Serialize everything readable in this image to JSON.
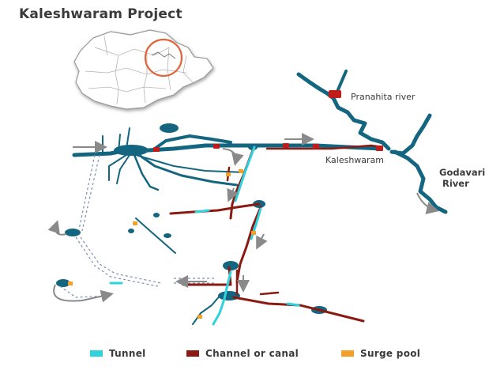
{
  "title": "Kaleshwaram Project",
  "labels": {
    "pranahita": "Pranahita river",
    "kaleshwaram": "Kaleshwaram",
    "godavari_line1": "Godavari",
    "godavari_line2": "River"
  },
  "legend": [
    {
      "label": "Tunnel",
      "color": "#2fd3dd"
    },
    {
      "label": "Channel or canal",
      "color": "#8b1a12"
    },
    {
      "label": "Surge pool",
      "color": "#f2a22a"
    }
  ],
  "colors": {
    "river": "#14657f",
    "tunnel": "#2fd3dd",
    "canal": "#8b1a12",
    "surge": "#f2a22a",
    "highlight_circle": "#e0653a",
    "arrow": "#8a8a8a"
  }
}
